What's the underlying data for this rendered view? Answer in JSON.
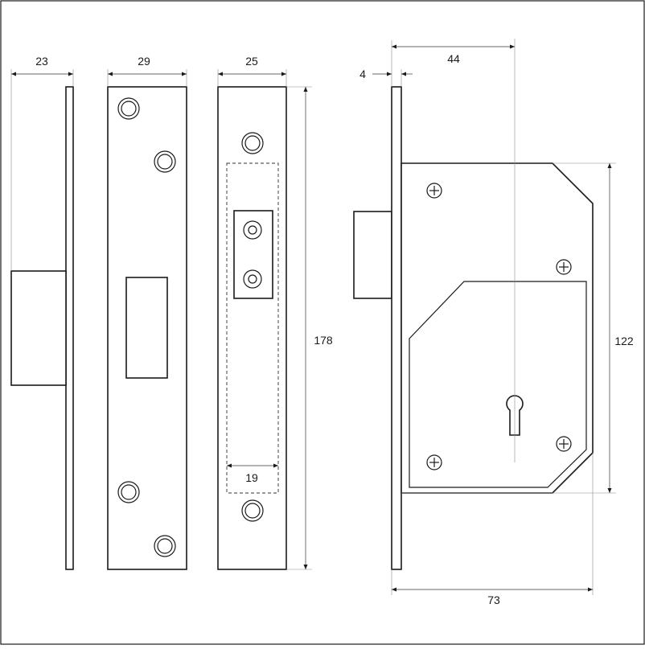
{
  "dimensions": {
    "forend_thickness": "23",
    "strike_plate_width": "29",
    "forend_width": "25",
    "forend_height": "178",
    "bolt_slot_width": "19",
    "forend_plate_thickness": "4",
    "backset": "44",
    "case_height": "122",
    "overall_depth": "73"
  },
  "colors": {
    "line": "#1a1a1a",
    "dimension_line": "#333333",
    "extension_line": "#8a8a8a",
    "background": "#ffffff"
  },
  "icons": {
    "case_screw": "phillips-screw-icon",
    "fixing_hole": "countersunk-hole-icon",
    "keyhole": "keyhole-icon"
  }
}
